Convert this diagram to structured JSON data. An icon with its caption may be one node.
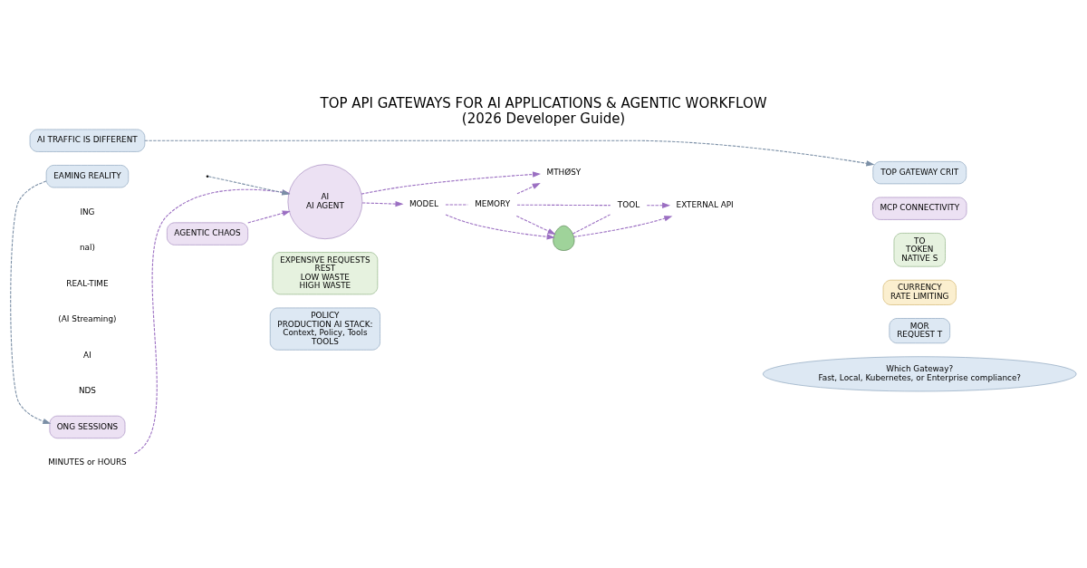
{
  "diagram": {
    "title": "TOP API GATEWAYS FOR AI APPLICATIONS & AGENTIC WORKFLOW",
    "caption": "(2026 Developer Guide)",
    "nodes": [
      {
        "text": [
          "AI TRAFFIC IS DIFFERENT"
        ]
      },
      {
        "text": [
          "EAMING REALITY"
        ]
      },
      {
        "text": [
          "ONG SESSIONS"
        ]
      },
      {
        "text": [
          "MINUTES or HOURS"
        ]
      },
      {
        "text": [
          "AI",
          "AI AGENT"
        ]
      },
      {
        "text": [
          "AGENTIC CHAOS"
        ]
      },
      {
        "text": [
          "MODEL"
        ]
      },
      {
        "text": [],
        "shape": "person"
      },
      {
        "text": [
          "MTHØSY"
        ]
      },
      {
        "text": [
          "MEMORY"
        ]
      },
      {
        "text": [
          "TOOL"
        ]
      },
      {
        "text": [
          "EXTERNAL API"
        ]
      },
      {
        "text": [
          "EXPENSIVE REQUESTS",
          "REST",
          "LOW WASTE",
          "HIGH WASTE"
        ]
      },
      {
        "text": [
          "POLICY",
          "PRODUCTION AI STACK:",
          "Context, Policy, Tools",
          "TOOLS"
        ]
      },
      {
        "text": [
          "TOP GATEWAY CRIT"
        ]
      },
      {
        "text": [
          "MCP CONNECTIVITY"
        ]
      },
      {
        "text": [
          "TO",
          "TOKEN",
          "NATIVE S"
        ]
      },
      {
        "text": [
          "CURRENCY",
          "RATE LIMITING"
        ]
      },
      {
        "text": [
          "MOR",
          "REQUEST T"
        ]
      },
      {
        "text": [
          "Which Gateway?",
          "Fast, Local, Kubernetes, or Enterprise compliance?"
        ]
      }
    ],
    "edges": [
      {
        "from": 0,
        "to": 14,
        "arrow": "to",
        "style": "dashed",
        "color": "#7b8fa6"
      },
      {
        "from": 1,
        "to": 2,
        "arrow": "to",
        "style": "dashed",
        "color": "#7b8fa6"
      },
      {
        "from": null,
        "to": 4,
        "arrow": "to",
        "style": "dashed",
        "color": "#7b8fa6"
      },
      {
        "from": 3,
        "to": 4,
        "arrow": "to",
        "style": "dashed"
      },
      {
        "from": 5,
        "to": 4,
        "arrow": "to",
        "style": "dashed"
      },
      {
        "from": 4,
        "to": 6,
        "arrow": "to",
        "style": "dashed"
      },
      {
        "from": 4,
        "to": 8,
        "arrow": "to",
        "style": "dashed"
      },
      {
        "from": 6,
        "to": 7,
        "arrow": "to",
        "style": "dashed"
      },
      {
        "from": 6,
        "to": 9,
        "arrow": "none",
        "style": "dashed"
      },
      {
        "from": 9,
        "to": 7,
        "arrow": "to",
        "style": "dashed"
      },
      {
        "from": 9,
        "to": 8,
        "arrow": "to",
        "style": "dashed"
      },
      {
        "from": 9,
        "to": 10,
        "arrow": "none",
        "style": "dashed"
      },
      {
        "from": 7,
        "to": 10,
        "arrow": "none",
        "style": "dashed"
      },
      {
        "from": 7,
        "to": 11,
        "arrow": "to",
        "style": "dashed"
      },
      {
        "from": 10,
        "to": 11,
        "arrow": "to",
        "style": "dashed"
      }
    ],
    "labels": [
      "ING",
      "nal)",
      "REAL-TIME",
      "(AI Streaming)",
      "AI",
      "NDS"
    ]
  }
}
